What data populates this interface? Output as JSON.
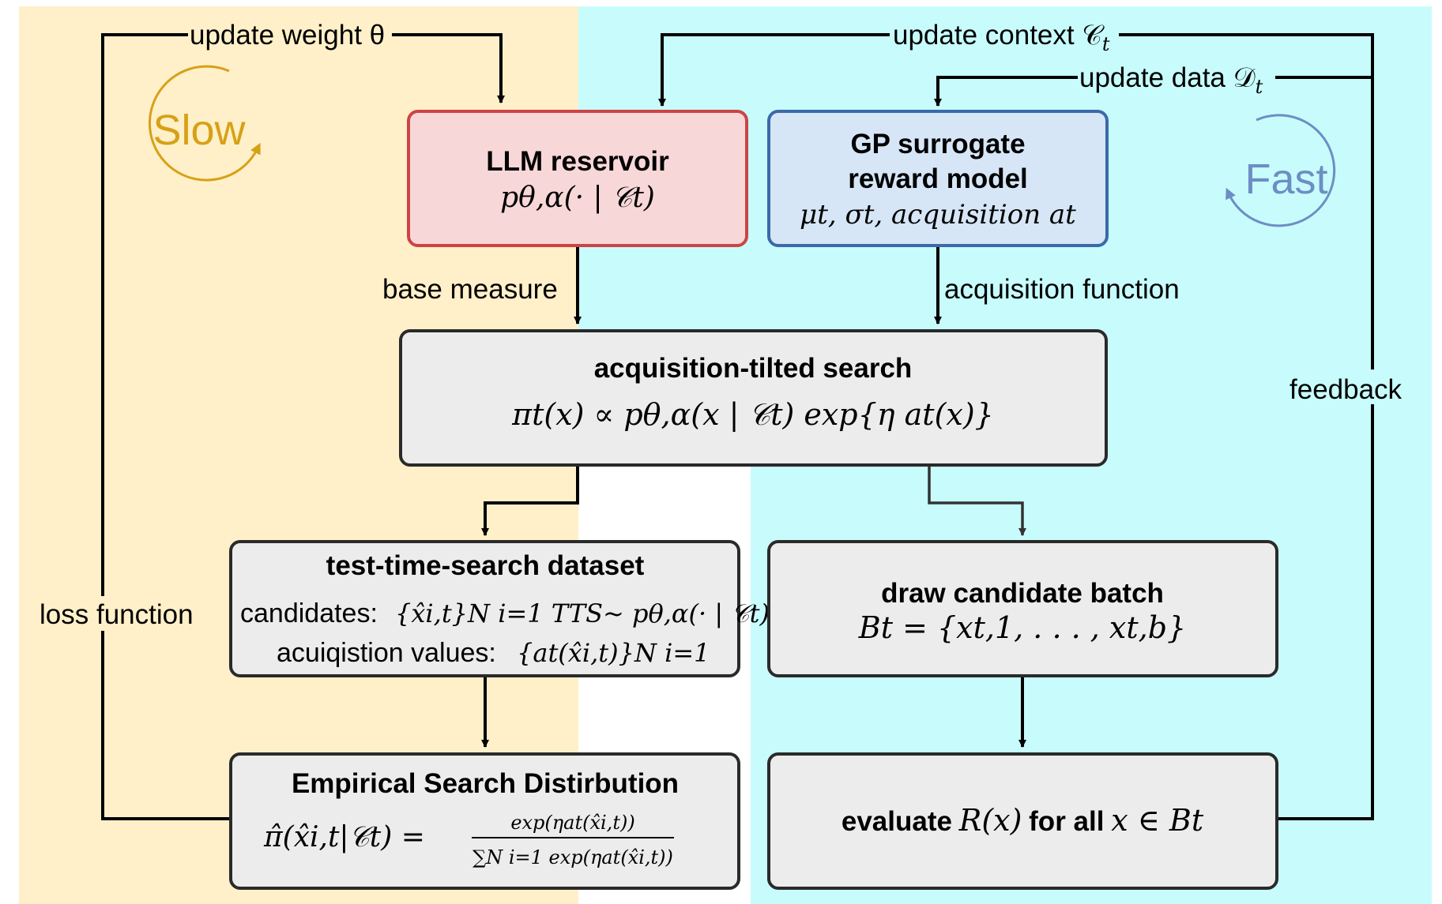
{
  "colors": {
    "slow_bg": "#fff0c9",
    "fast_bg": "#c8fcfc",
    "llm_fill": "#f8d7d8",
    "llm_stroke": "#cc4444",
    "gp_fill": "#d6e6f6",
    "gp_stroke": "#3a6aa8",
    "grey_fill": "#ececec",
    "grey_stroke": "#2a2a2a",
    "slow_color": "#d6a116",
    "fast_color": "#6d8ec4"
  },
  "regions": {
    "slow_label": "Slow",
    "fast_label": "Fast"
  },
  "edges": {
    "update_weight": "update weight θ",
    "update_context": "update context 𝒞",
    "update_context_sub": "t",
    "update_data": "update data 𝒟",
    "update_data_sub": "t",
    "base_measure": "base measure",
    "acquisition_function": "acquisition function",
    "feedback": "feedback",
    "loss_function": "loss function"
  },
  "nodes": {
    "llm_reservoir": {
      "title": "LLM reservoir",
      "formula": "pθ,α(· | 𝒞t)"
    },
    "gp_model": {
      "title_line1": "GP surrogate",
      "title_line2": "reward model",
      "formula": "μt, σt, acquisition at"
    },
    "tilted_search": {
      "title": "acquisition-tilted search",
      "formula": "πt(x)  ∝  pθ,α(x | 𝒞t) exp{η at(x)}"
    },
    "tts_dataset": {
      "title": "test-time-search dataset",
      "candidates_label": "candidates:",
      "candidates_formula": "{x̂i,t}N i=1  TTS~  pθ,α(· | 𝒞t)",
      "values_label": "acuiqistion values:",
      "values_formula": "{at(x̂i,t)}N i=1"
    },
    "draw_batch": {
      "title": "draw candidate batch",
      "formula": "Bt = {xt,1, . . . , xt,b}"
    },
    "empirical": {
      "title": "Empirical Search Distirbution",
      "lhs": "π̂(x̂i,t|𝒞t) =",
      "numerator": "exp(ηat(x̂i,t))",
      "denominator": "∑N i=1 exp(ηat(x̂i,t))"
    },
    "evaluate": {
      "text_a": "evaluate",
      "text_b": "R(x)",
      "text_c": "for all",
      "text_d": "x ∈ Bt"
    }
  }
}
